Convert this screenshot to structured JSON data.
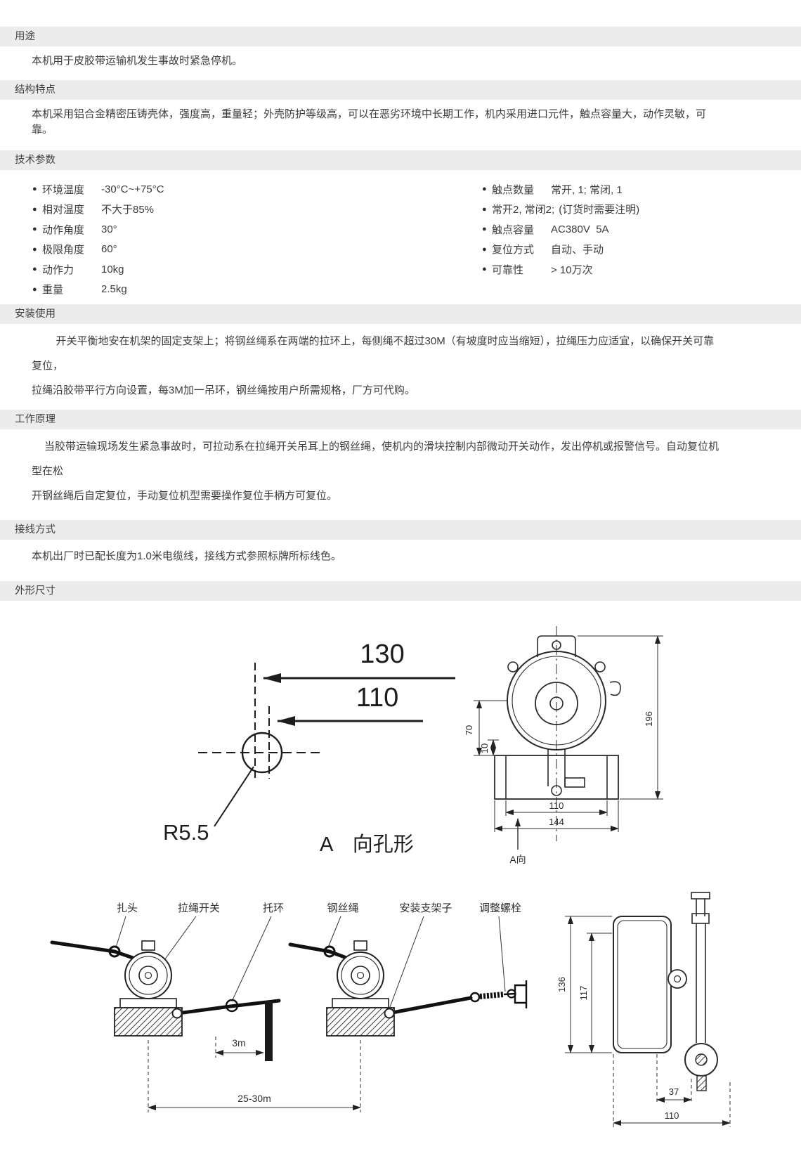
{
  "page": {
    "bullet": "●",
    "header_bg": "#ececec",
    "text_color": "#3c3c3c"
  },
  "sections": {
    "purpose": {
      "title": "用途",
      "body": "本机用于皮胶带运输机发生事故时紧急停机。"
    },
    "structure": {
      "title": "结构特点",
      "body": "本机采用铝合金精密压铸壳体，强度高，重量轻；外壳防护等级高，可以在恶劣环境中长期工作，机内采用进口元件，触点容量大，动作灵敏，可靠。"
    },
    "tech": {
      "title": "技术参数",
      "left": [
        {
          "label": "环境温度",
          "value": "-30°C~+75°C"
        },
        {
          "label": "相对温度",
          "value": "不大于85%"
        },
        {
          "label": "动作角度",
          "value": "30°"
        },
        {
          "label": "极限角度",
          "value": "60°"
        },
        {
          "label": "动作力",
          "value": "10kg"
        },
        {
          "label": "重量",
          "value": "2.5kg"
        }
      ],
      "right": [
        {
          "label": "触点数量",
          "value": "常开, 1; 常闭, 1"
        },
        {
          "label": "常开2, 常闭2;",
          "value": "(订货时需要注明)"
        },
        {
          "label": "触点容量",
          "value": "AC380V  5A"
        },
        {
          "label": "复位方式",
          "value": "自动、手动"
        },
        {
          "label": "可靠性",
          "value": "> 10万次"
        }
      ]
    },
    "install": {
      "title": "安装使用",
      "line1": "开关平衡地安在机架的固定支架上；将钢丝绳系在两端的拉环上，每侧绳不超过30M（有坡度时应当缩短），拉绳压力应适宜，以确保开关可靠复位，",
      "line2": "拉绳沿胶带平行方向设置，每3M加一吊环，钢丝绳按用户所需规格，厂方可代购。"
    },
    "principle": {
      "title": "工作原理",
      "line1": "当胶带运输现场发生紧急事故时，可拉动系在拉绳开关吊耳上的钢丝绳，使机内的滑块控制内部微动开关动作，发出停机或报警信号。自动复位机型在松",
      "line2": "开钢丝绳后自定复位，手动复位机型需要操作复位手柄方可复位。"
    },
    "wiring": {
      "title": "接线方式",
      "body": "本机出厂时已配长度为1.0米电缆线，接线方式参照标牌所标线色。"
    },
    "outline": {
      "title": "外形尺寸"
    }
  },
  "drawings": {
    "hole": {
      "dim_130": "130",
      "dim_110": "110",
      "radius": "R5.5",
      "caption": "A　向孔形"
    },
    "front": {
      "dim_70": "70",
      "dim_10": "10",
      "dim_196": "196",
      "dim_110": "110",
      "dim_144": "144",
      "view_label": "A向"
    },
    "installation": {
      "labels": [
        "扎头",
        "拉绳开关",
        "托环",
        "钢丝绳",
        "安装支架子",
        "调整螺栓"
      ],
      "dim_3m": "3m",
      "dim_span": "25-30m"
    },
    "side": {
      "dim_136": "136",
      "dim_117": "117",
      "dim_37": "37",
      "dim_110": "110"
    }
  }
}
